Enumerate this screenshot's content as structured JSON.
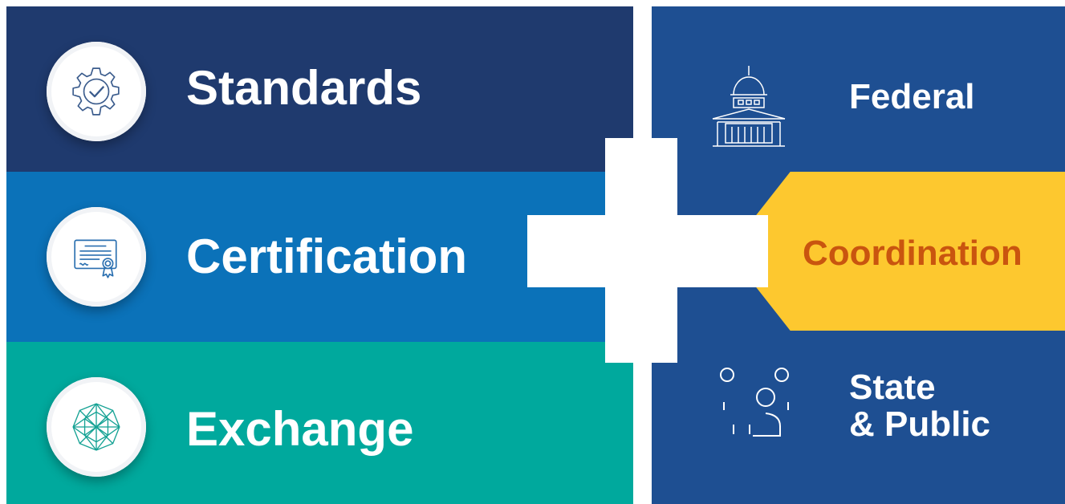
{
  "left_pillars": [
    {
      "label": "Standards",
      "icon": "gear-checkmark-icon",
      "color": "#1f3a6e"
    },
    {
      "label": "Certification",
      "icon": "certificate-icon",
      "color": "#0b72b9"
    },
    {
      "label": "Exchange",
      "icon": "network-sphere-icon",
      "color": "#00a99d"
    }
  ],
  "right_panel": {
    "color": "#1e4f92",
    "federal": {
      "label": "Federal",
      "icon": "capitol-building-icon"
    },
    "coordination": {
      "label": "Coordination",
      "color": "#fdc82f",
      "text_color": "#c9550f"
    },
    "state_public": {
      "line1": "State",
      "line2": "& Public",
      "icon": "people-icon"
    }
  },
  "connector": {
    "icon": "plus-icon",
    "color": "#ffffff"
  }
}
